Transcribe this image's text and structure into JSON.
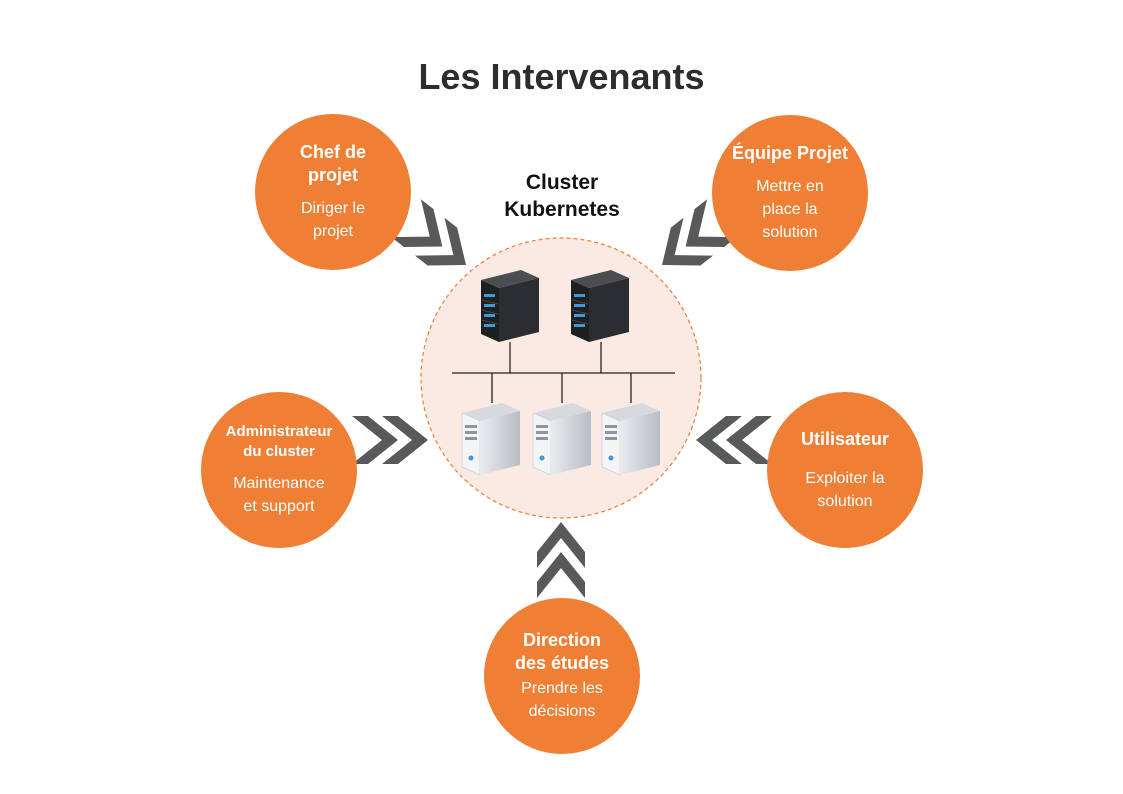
{
  "title": "Les Intervenants",
  "center": {
    "label": [
      "Cluster",
      "Kubernetes"
    ],
    "fill": "#fbe9e3",
    "border": "#ee7f35"
  },
  "colors": {
    "accent": "#ee7f35",
    "arrow": "#58595b",
    "text_on_accent": "#ffffff"
  },
  "actors": [
    {
      "id": "chef",
      "role": [
        "Chef de",
        "projet"
      ],
      "desc": [
        "Diriger le",
        "projet"
      ]
    },
    {
      "id": "equipe",
      "role": [
        "Équipe Projet"
      ],
      "desc": [
        "Mettre en",
        "place la",
        "solution"
      ]
    },
    {
      "id": "admin",
      "role": [
        "Administrateur",
        "du cluster"
      ],
      "desc": [
        "Maintenance",
        "et support"
      ]
    },
    {
      "id": "utilisateur",
      "role": [
        "Utilisateur"
      ],
      "desc": [
        "Exploiter la",
        "solution"
      ]
    },
    {
      "id": "direction",
      "role": [
        "Direction",
        "des études"
      ],
      "desc": [
        "Prendre les",
        "décisions"
      ]
    }
  ],
  "icons": {
    "servers_top": [
      "dark-rack-server-icon",
      "dark-rack-server-icon"
    ],
    "servers_bottom": [
      "tower-server-icon",
      "tower-server-icon",
      "tower-server-icon"
    ],
    "arrows": "double-chevron-arrow-icon"
  }
}
